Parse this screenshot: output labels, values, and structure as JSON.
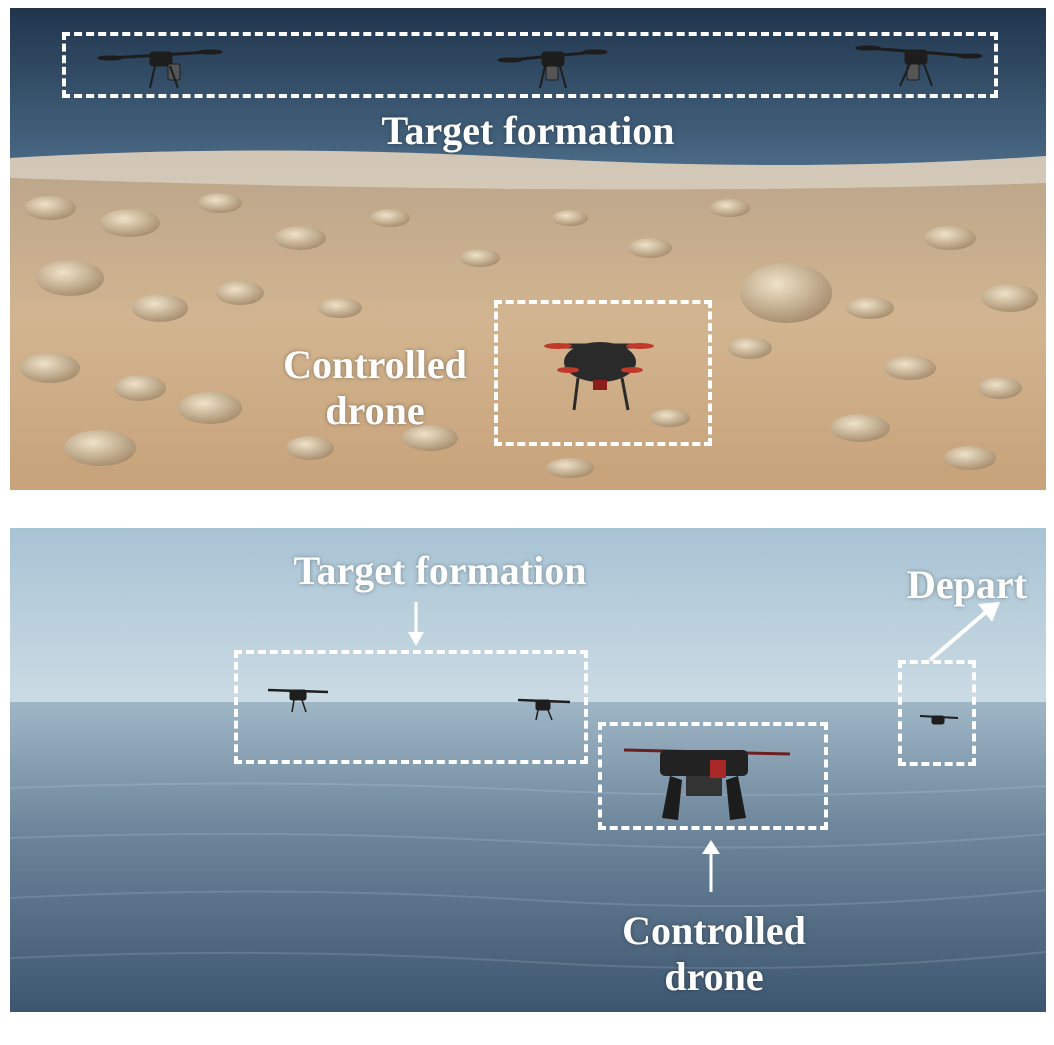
{
  "top_panel": {
    "label_formation": "Target formation",
    "label_controlled_line1": "Controlled",
    "label_controlled_line2": "drone"
  },
  "bottom_panel": {
    "label_formation": "Target formation",
    "label_depart": "Depart",
    "label_controlled_line1": "Controlled",
    "label_controlled_line2": "drone"
  },
  "colors": {
    "annotation": "#ffffff",
    "top_sea": "#2e4a66",
    "sand": "#c9ad8a",
    "bottom_sky": "#b6cedc",
    "bottom_sea": "#44607a",
    "propeller_red": "#c0392b"
  }
}
